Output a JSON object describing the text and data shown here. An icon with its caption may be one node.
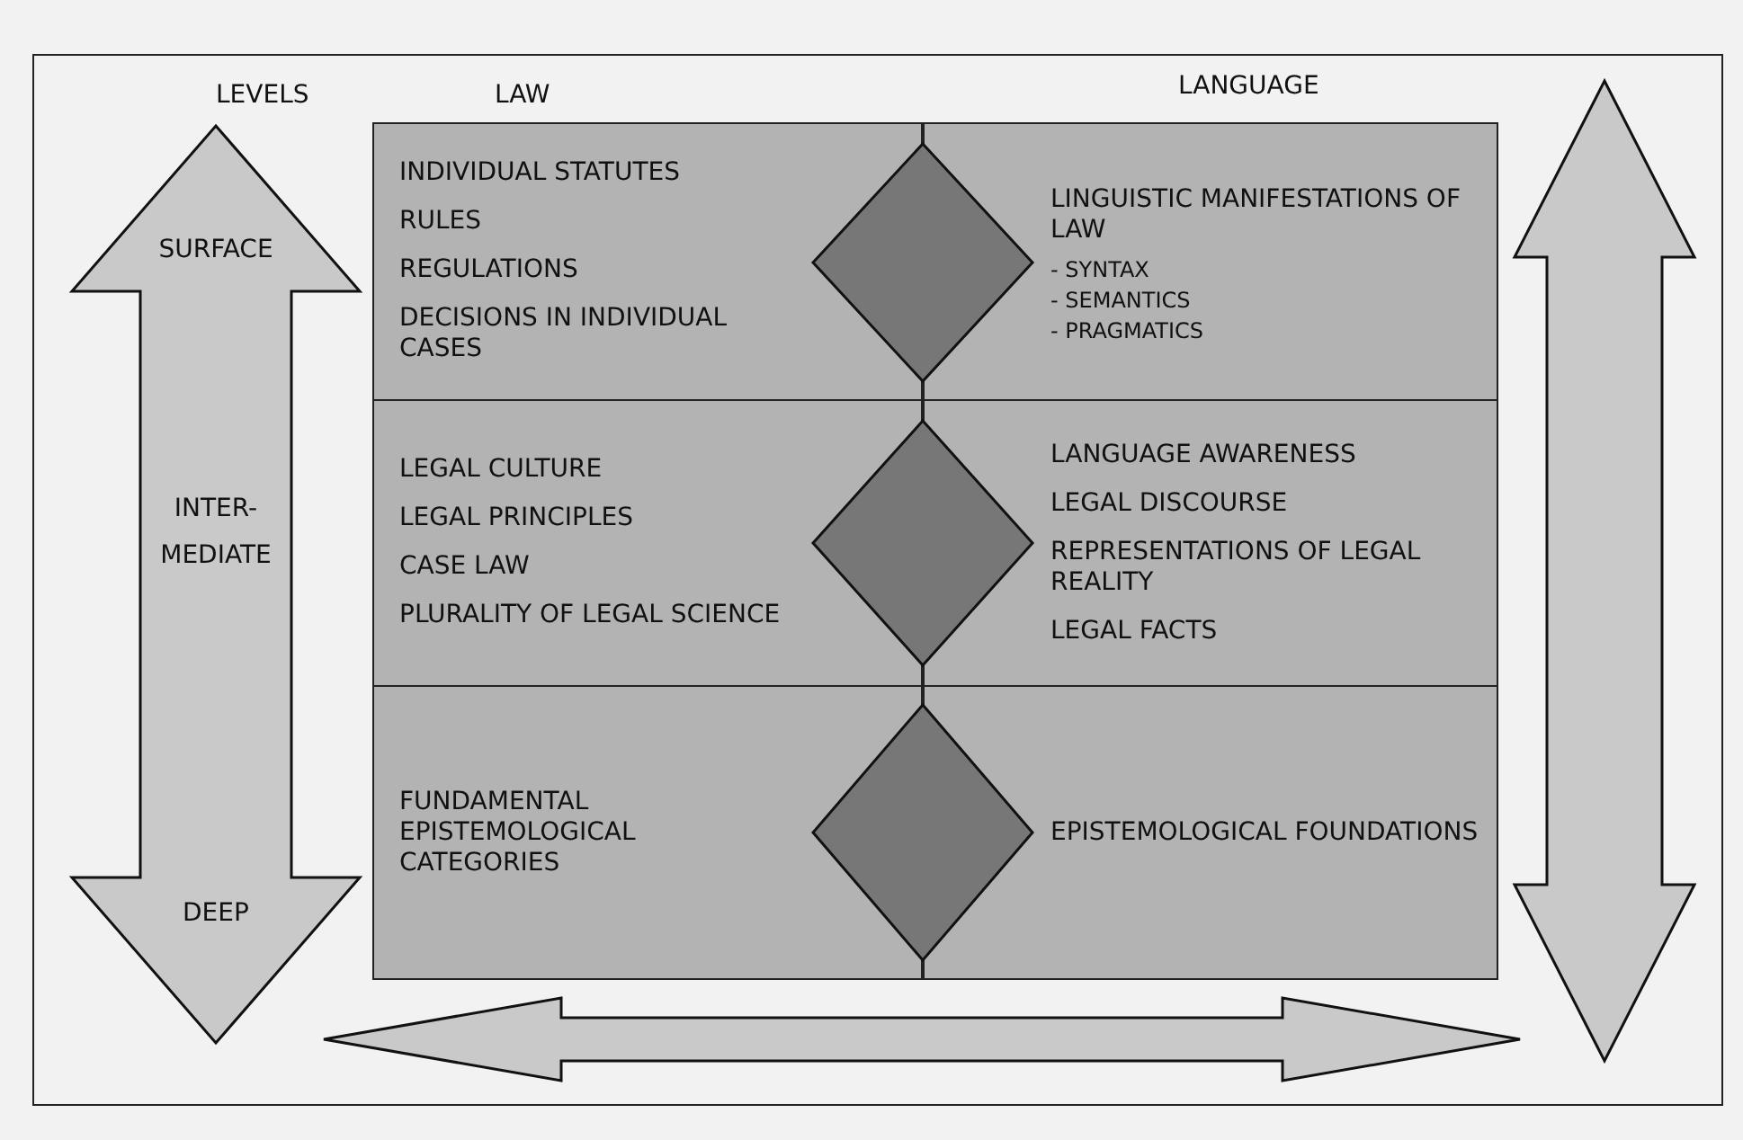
{
  "diagram": {
    "nodes": [
      {
        "text": [
          "SURFACE",
          "INTER- MEDIATE",
          "DEEP"
        ]
      },
      {
        "text": [
          "INDIVIDUAL STATUTES",
          "RULES",
          "REGULATIONS",
          "DECISIONS IN INDIVIDUAL CASES"
        ]
      },
      {
        "text": [],
        "shape": "diamond"
      },
      {
        "text": [
          "LINGUISTIC MANIFESTATIONS OF LAW",
          "- SYNTAX",
          "- SEMANTICS",
          "- PRAGMATICS"
        ]
      },
      {
        "text": [
          "LEGAL CULTURE",
          "LEGAL PRINCIPLES",
          "CASE LAW",
          "PLURALITY OF LEGAL SCIENCE"
        ]
      },
      {
        "text": [],
        "shape": "diamond"
      },
      {
        "text": [
          "LANGUAGE AWARENESS",
          "LEGAL DISCOURSE",
          "REPRESENTATIONS OF LEGAL REALITY",
          "LEGAL FACTS"
        ]
      },
      {
        "text": [
          "FUNDAMENTAL EPISTEMOLOGICAL CATEGORIES"
        ]
      },
      {
        "text": [],
        "shape": "diamond"
      },
      {
        "text": [
          "EPISTEMOLOGICAL FOUNDATIONS"
        ]
      }
    ],
    "edges": [],
    "labels": [
      "LEVELS",
      "LAW",
      "LANGUAGE"
    ]
  }
}
